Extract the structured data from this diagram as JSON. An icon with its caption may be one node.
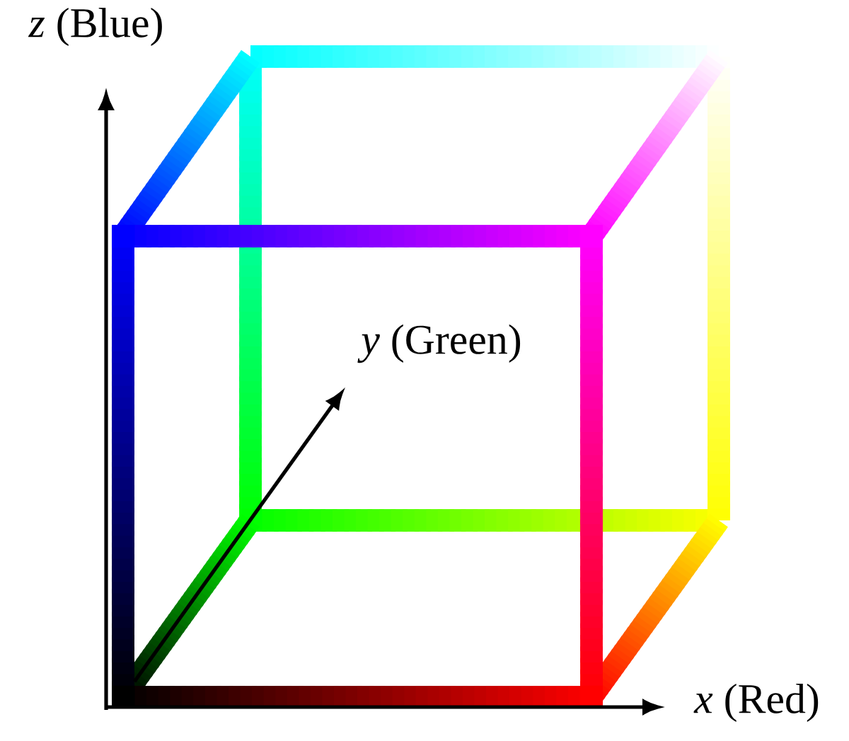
{
  "diagram": {
    "labels": [
      "*z* (Blue)",
      "*y* (Green)",
      "*x* (Red)"
    ]
  }
}
